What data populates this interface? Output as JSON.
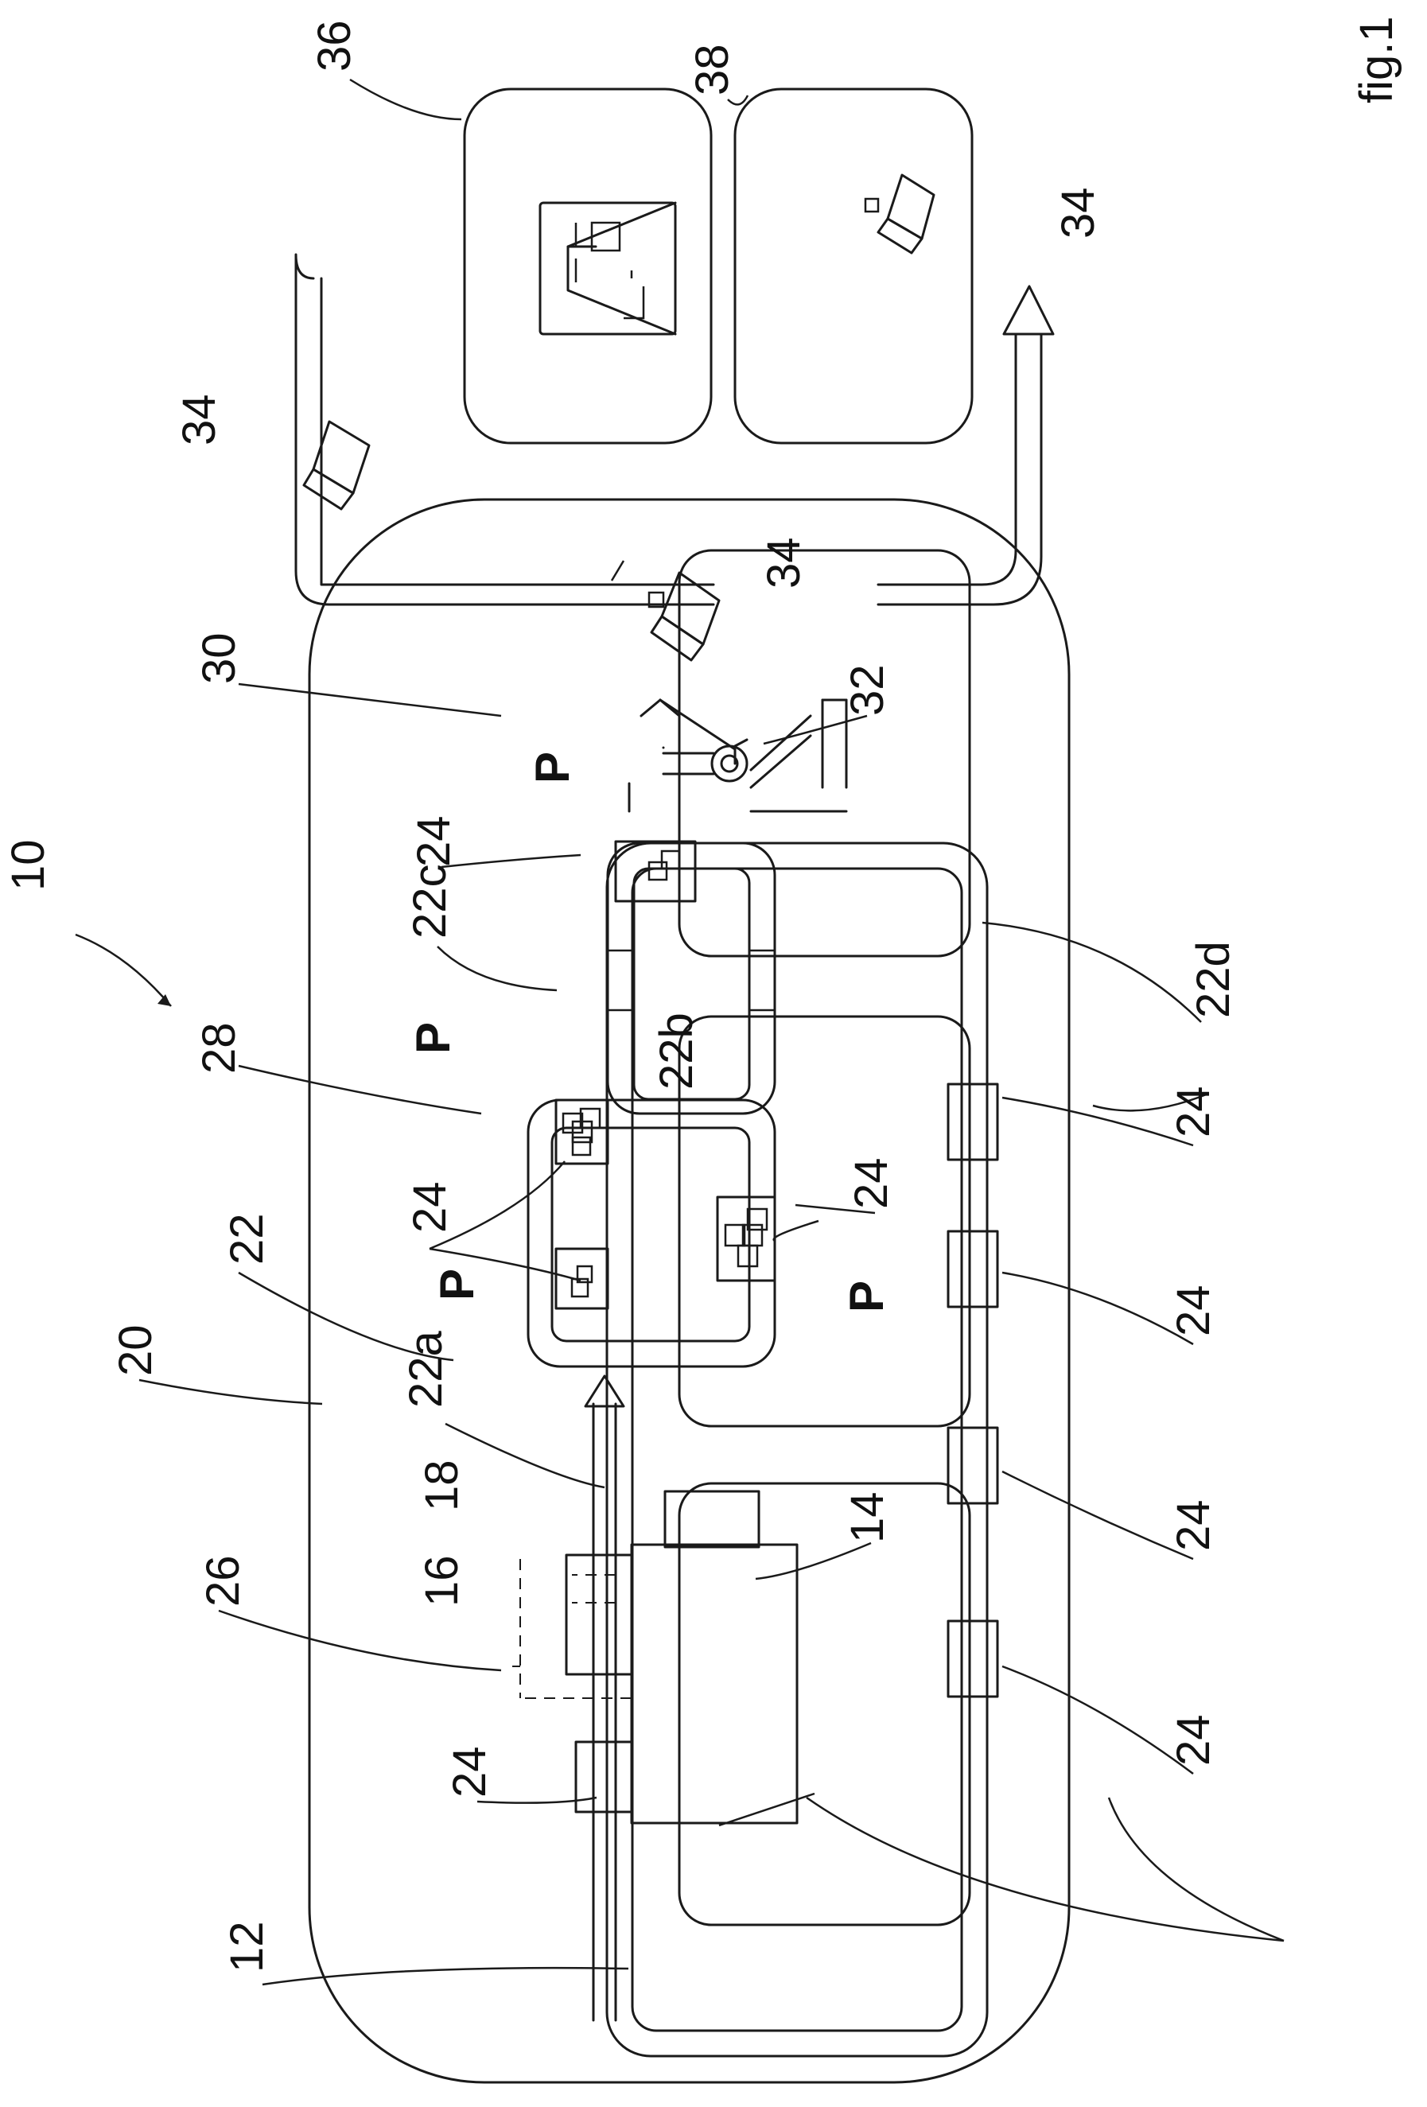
{
  "figure": {
    "label": "fig.1"
  },
  "refs": {
    "r10": "10",
    "r12": "12",
    "r14": "14",
    "r16": "16",
    "r18": "18",
    "r20": "20",
    "r22": "22",
    "r22a": "22a",
    "r22b": "22b",
    "r22c": "22c",
    "r22d": "22d",
    "r24": "24",
    "r26": "26",
    "r28": "28",
    "r30": "30",
    "r32": "32",
    "r34": "34",
    "r36": "36",
    "r38": "38",
    "rP": "P"
  }
}
